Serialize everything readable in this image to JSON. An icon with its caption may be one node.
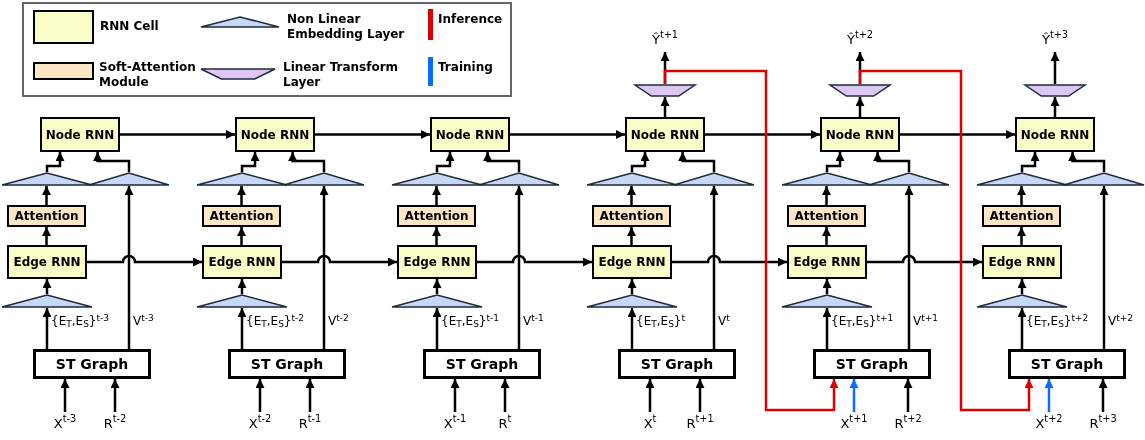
{
  "diagram": {
    "nodes": [
      {
        "text": [
          "Node RNN"
        ]
      },
      {
        "text": [],
        "shape": "triangle"
      },
      {
        "text": [],
        "shape": "triangle"
      },
      {
        "text": [
          "Attention"
        ]
      },
      {
        "text": [
          "Edge RNN"
        ]
      },
      {
        "text": [],
        "shape": "triangle"
      },
      {
        "text": [
          "ST Graph"
        ]
      },
      {
        "text": [
          "X$^{t-3}$"
        ]
      },
      {
        "text": [
          "R$^{t-2}$"
        ]
      },
      {
        "text": [
          "Node RNN"
        ]
      },
      {
        "text": [],
        "shape": "triangle"
      },
      {
        "text": [],
        "shape": "triangle"
      },
      {
        "text": [
          "Attention"
        ]
      },
      {
        "text": [
          "Edge RNN"
        ]
      },
      {
        "text": [],
        "shape": "triangle"
      },
      {
        "text": [
          "ST Graph"
        ]
      },
      {
        "text": [
          "X$^{t-2}$"
        ]
      },
      {
        "text": [
          "R$^{t-1}$"
        ]
      },
      {
        "text": [
          "Node RNN"
        ]
      },
      {
        "text": [],
        "shape": "triangle"
      },
      {
        "text": [],
        "shape": "triangle"
      },
      {
        "text": [
          "Attention"
        ]
      },
      {
        "text": [
          "Edge RNN"
        ]
      },
      {
        "text": [],
        "shape": "triangle"
      },
      {
        "text": [
          "ST Graph"
        ]
      },
      {
        "text": [
          "X$^{t-1}$"
        ]
      },
      {
        "text": [
          "R$^{t}$"
        ]
      },
      {
        "text": [
          "Ŷ$^{t+1}$"
        ]
      },
      {
        "text": [],
        "shape": "trapezoid"
      },
      {
        "text": [
          "Node RNN"
        ]
      },
      {
        "text": [],
        "shape": "triangle"
      },
      {
        "text": [],
        "shape": "triangle"
      },
      {
        "text": [
          "Attention"
        ]
      },
      {
        "text": [
          "Edge RNN"
        ]
      },
      {
        "text": [],
        "shape": "triangle"
      },
      {
        "text": [
          "ST Graph"
        ]
      },
      {
        "text": [
          "X$^{t}$"
        ]
      },
      {
        "text": [
          "R$^{t+1}$"
        ]
      },
      {
        "text": [
          "Ŷ$^{t+2}$"
        ]
      },
      {
        "text": [],
        "shape": "trapezoid"
      },
      {
        "text": [
          "Node RNN"
        ]
      },
      {
        "text": [],
        "shape": "triangle"
      },
      {
        "text": [],
        "shape": "triangle"
      },
      {
        "text": [
          "Attention"
        ]
      },
      {
        "text": [
          "Edge RNN"
        ]
      },
      {
        "text": [],
        "shape": "triangle"
      },
      {
        "text": [
          "ST Graph"
        ]
      },
      {
        "text": [
          "X$^{t+1}$"
        ]
      },
      {
        "text": [
          "R$^{t+2}$"
        ]
      },
      {
        "text": [
          "Ŷ$^{t+3}$"
        ]
      },
      {
        "text": [],
        "shape": "trapezoid"
      },
      {
        "text": [
          "Node RNN"
        ]
      },
      {
        "text": [],
        "shape": "triangle"
      },
      {
        "text": [],
        "shape": "triangle"
      },
      {
        "text": [
          "Attention"
        ]
      },
      {
        "text": [
          "Edge RNN"
        ]
      },
      {
        "text": [],
        "shape": "triangle"
      },
      {
        "text": [
          "ST Graph"
        ]
      },
      {
        "text": [
          "X$^{t+2}$"
        ]
      },
      {
        "text": [
          "R$^{t+3}$"
        ]
      }
    ],
    "edges": [
      {
        "from": 7,
        "to": 6,
        "arrow": "to"
      },
      {
        "from": 8,
        "to": 6,
        "arrow": "to"
      },
      {
        "from": 6,
        "to": 5,
        "arrow": "to",
        "label": "{E$_{T}$,E$_{S}$}$^{t-3}$"
      },
      {
        "from": 5,
        "to": 4,
        "arrow": "to"
      },
      {
        "from": 4,
        "to": 3,
        "arrow": "to"
      },
      {
        "from": 3,
        "to": 1,
        "arrow": "to"
      },
      {
        "from": 1,
        "to": 0,
        "arrow": "to"
      },
      {
        "from": 6,
        "to": 2,
        "arrow": "to",
        "label": "V$^{t-3}$"
      },
      {
        "from": 2,
        "to": 0,
        "arrow": "to"
      },
      {
        "from": 0,
        "to": 9,
        "arrow": "to"
      },
      {
        "from": 4,
        "to": 13,
        "arrow": "to"
      },
      {
        "from": 16,
        "to": 15,
        "arrow": "to"
      },
      {
        "from": 17,
        "to": 15,
        "arrow": "to"
      },
      {
        "from": 15,
        "to": 14,
        "arrow": "to",
        "label": "{E$_{T}$,E$_{S}$}$^{t-2}$"
      },
      {
        "from": 14,
        "to": 13,
        "arrow": "to"
      },
      {
        "from": 13,
        "to": 12,
        "arrow": "to"
      },
      {
        "from": 12,
        "to": 10,
        "arrow": "to"
      },
      {
        "from": 10,
        "to": 9,
        "arrow": "to"
      },
      {
        "from": 15,
        "to": 11,
        "arrow": "to",
        "label": "V$^{t-2}$"
      },
      {
        "from": 11,
        "to": 9,
        "arrow": "to"
      },
      {
        "from": 9,
        "to": 18,
        "arrow": "to"
      },
      {
        "from": 13,
        "to": 22,
        "arrow": "to"
      },
      {
        "from": 25,
        "to": 24,
        "arrow": "to"
      },
      {
        "from": 26,
        "to": 24,
        "arrow": "to"
      },
      {
        "from": 24,
        "to": 23,
        "arrow": "to",
        "label": "{E$_{T}$,E$_{S}$}$^{t-1}$"
      },
      {
        "from": 23,
        "to": 22,
        "arrow": "to"
      },
      {
        "from": 22,
        "to": 21,
        "arrow": "to"
      },
      {
        "from": 21,
        "to": 19,
        "arrow": "to"
      },
      {
        "from": 19,
        "to": 18,
        "arrow": "to"
      },
      {
        "from": 24,
        "to": 20,
        "arrow": "to",
        "label": "V$^{t-1}$"
      },
      {
        "from": 20,
        "to": 18,
        "arrow": "to"
      },
      {
        "from": 18,
        "to": 29,
        "arrow": "to"
      },
      {
        "from": 22,
        "to": 33,
        "arrow": "to"
      },
      {
        "from": 36,
        "to": 35,
        "arrow": "to"
      },
      {
        "from": 37,
        "to": 35,
        "arrow": "to"
      },
      {
        "from": 35,
        "to": 34,
        "arrow": "to",
        "label": "{E$_{T}$,E$_{S}$}$^{t}$"
      },
      {
        "from": 34,
        "to": 33,
        "arrow": "to"
      },
      {
        "from": 33,
        "to": 32,
        "arrow": "to"
      },
      {
        "from": 32,
        "to": 30,
        "arrow": "to"
      },
      {
        "from": 30,
        "to": 29,
        "arrow": "to"
      },
      {
        "from": 35,
        "to": 31,
        "arrow": "to",
        "label": "V$^{t}$"
      },
      {
        "from": 31,
        "to": 29,
        "arrow": "to"
      },
      {
        "from": 29,
        "to": 28,
        "arrow": "to"
      },
      {
        "from": 28,
        "to": 27,
        "arrow": "to"
      },
      {
        "from": 29,
        "to": 40,
        "arrow": "to"
      },
      {
        "from": 33,
        "to": 44,
        "arrow": "to"
      },
      {
        "from": 28,
        "to": 46,
        "arrow": "to",
        "color": "#dd0000"
      },
      {
        "from": 47,
        "to": 46,
        "arrow": "to",
        "color": "#0a6cff"
      },
      {
        "from": 48,
        "to": 46,
        "arrow": "to"
      },
      {
        "from": 46,
        "to": 45,
        "arrow": "to",
        "label": "{E$_{T}$,E$_{S}$}$^{t+1}$"
      },
      {
        "from": 45,
        "to": 44,
        "arrow": "to"
      },
      {
        "from": 44,
        "to": 43,
        "arrow": "to"
      },
      {
        "from": 43,
        "to": 41,
        "arrow": "to"
      },
      {
        "from": 41,
        "to": 40,
        "arrow": "to"
      },
      {
        "from": 46,
        "to": 42,
        "arrow": "to",
        "label": "V$^{t+1}$"
      },
      {
        "from": 42,
        "to": 40,
        "arrow": "to"
      },
      {
        "from": 40,
        "to": 39,
        "arrow": "to"
      },
      {
        "from": 39,
        "to": 38,
        "arrow": "to"
      },
      {
        "from": 40,
        "to": 51,
        "arrow": "to"
      },
      {
        "from": 44,
        "to": 55,
        "arrow": "to"
      },
      {
        "from": 39,
        "to": 57,
        "arrow": "to",
        "color": "#dd0000"
      },
      {
        "from": 58,
        "to": 57,
        "arrow": "to",
        "color": "#0a6cff"
      },
      {
        "from": 59,
        "to": 57,
        "arrow": "to"
      },
      {
        "from": 57,
        "to": 56,
        "arrow": "to",
        "label": "{E$_{T}$,E$_{S}$}$^{t+2}$"
      },
      {
        "from": 56,
        "to": 55,
        "arrow": "to"
      },
      {
        "from": 55,
        "to": 54,
        "arrow": "to"
      },
      {
        "from": 54,
        "to": 52,
        "arrow": "to"
      },
      {
        "from": 52,
        "to": 51,
        "arrow": "to"
      },
      {
        "from": 57,
        "to": 53,
        "arrow": "to",
        "label": "V$^{t+2}$"
      },
      {
        "from": 53,
        "to": 51,
        "arrow": "to"
      },
      {
        "from": 51,
        "to": 50,
        "arrow": "to"
      },
      {
        "from": 50,
        "to": 49,
        "arrow": "to"
      }
    ],
    "legend": [
      {
        "text": "RNN Cell",
        "color": "#fafdc8"
      },
      {
        "text": "Non Linear Embedding Layer"
      },
      {
        "text": "Inference",
        "color": "#dd0000"
      },
      {
        "text": "Soft-Attention Module",
        "color": "#fde6c6"
      },
      {
        "text": "Linear Transform Layer"
      },
      {
        "text": "Training",
        "color": "#0a6cff"
      }
    ]
  }
}
